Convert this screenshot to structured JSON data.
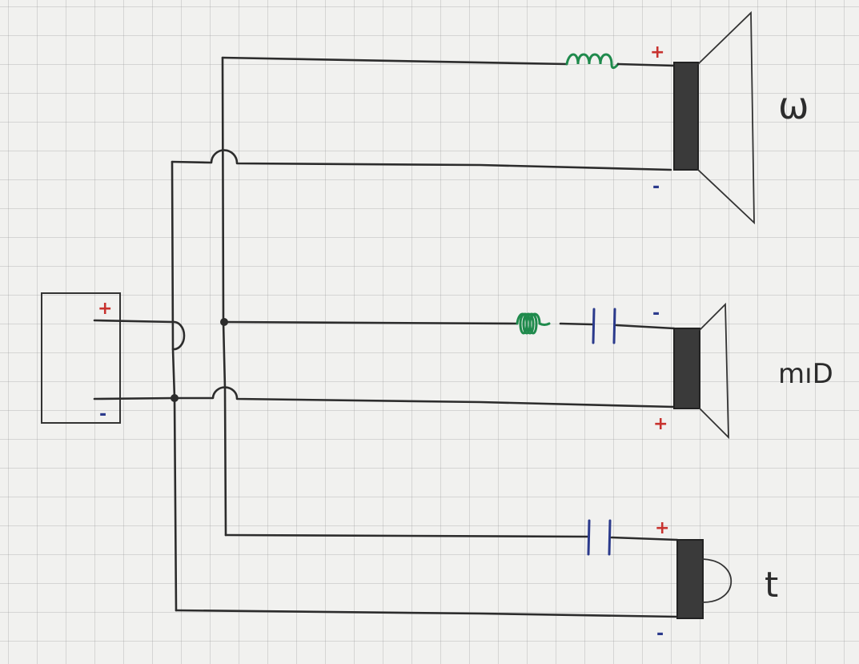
{
  "colors": {
    "wire": "#2c2c2c",
    "inductor": "#1f8a4c",
    "capacitor": "#2b3a8c",
    "polarity_mark": "#c8322e",
    "driver_magnet": "#3a3a3a"
  },
  "amp": {
    "plus": "+",
    "minus": "-"
  },
  "woofer": {
    "label": "ω",
    "plus": "+",
    "minus": "-"
  },
  "mid": {
    "label": "mıD",
    "plus": "+",
    "minus": "-"
  },
  "tweeter": {
    "label": "t",
    "plus": "+",
    "minus": "-"
  }
}
